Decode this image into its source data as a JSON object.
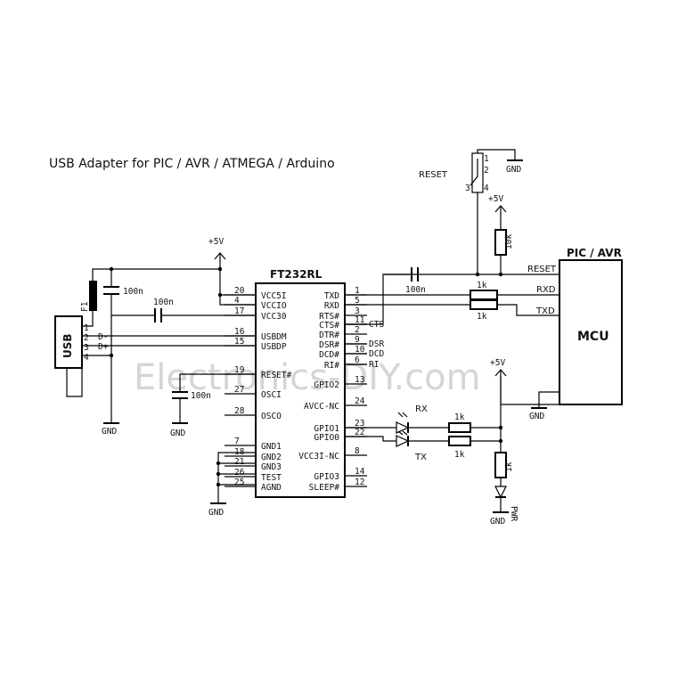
{
  "title": "USB Adapter for PIC / AVR / ATMEGA / Arduino",
  "watermark": "Electronics-DIY.com",
  "ic": {
    "name": "FT232RL",
    "left_pins": [
      {
        "num": "20",
        "name": "VCC5I"
      },
      {
        "num": "4",
        "name": "VCCIO"
      },
      {
        "num": "17",
        "name": "VCC30"
      },
      {
        "num": "16",
        "name": "USBDM"
      },
      {
        "num": "15",
        "name": "USBDP"
      },
      {
        "num": "19",
        "name": "RESET#"
      },
      {
        "num": "27",
        "name": "OSCI"
      },
      {
        "num": "28",
        "name": "OSCO"
      },
      {
        "num": "7",
        "name": "GND1"
      },
      {
        "num": "18",
        "name": "GND2"
      },
      {
        "num": "21",
        "name": "GND3"
      },
      {
        "num": "26",
        "name": "TEST"
      },
      {
        "num": "25",
        "name": "AGND"
      }
    ],
    "right_pins": [
      {
        "num": "1",
        "name": "TXD"
      },
      {
        "num": "5",
        "name": "RXD"
      },
      {
        "num": "3",
        "name": "RTS#"
      },
      {
        "num": "11",
        "name": "CTS#"
      },
      {
        "num": "2",
        "name": "DTR#"
      },
      {
        "num": "9",
        "name": "DSR#"
      },
      {
        "num": "10",
        "name": "DCD#"
      },
      {
        "num": "6",
        "name": "RI#"
      },
      {
        "num": "13",
        "name": "GPIO2"
      },
      {
        "num": "24",
        "name": "AVCC-NC"
      },
      {
        "num": "23",
        "name": "GPIO1"
      },
      {
        "num": "22",
        "name": "GPIO0"
      },
      {
        "num": "8",
        "name": "VCC3I-NC"
      },
      {
        "num": "14",
        "name": "GPIO3"
      },
      {
        "num": "12",
        "name": "SLEEP#"
      }
    ],
    "right_signals": {
      "cts": "CTS",
      "dsr": "DSR",
      "dcd": "DCD",
      "ri": "RI"
    }
  },
  "usb": {
    "label": "USB",
    "pins": [
      "1",
      "2",
      "3",
      "4"
    ],
    "d_minus": "D-",
    "d_plus": "D+"
  },
  "fuse": "F1",
  "caps": {
    "c1": "100n",
    "c2": "100n",
    "c3": "100n",
    "c4": "100n"
  },
  "resistors": {
    "r_pullup": "10k",
    "r_rxd": "1k",
    "r_txd": "1k",
    "r_rx": "1k",
    "r_tx": "1k",
    "r_pwr": "1k"
  },
  "leds": {
    "rx": "RX",
    "tx": "TX",
    "pwr": "PWR"
  },
  "supply": {
    "vcc1": "+5V",
    "vcc2": "+5V",
    "vcc3": "+5V"
  },
  "grounds": [
    "GND",
    "GND",
    "GND",
    "GND",
    "GND",
    "GND"
  ],
  "switch": {
    "label": "RESET",
    "pins": [
      "1",
      "2",
      "3",
      "4"
    ]
  },
  "mcu": {
    "header": "PIC / AVR",
    "label": "MCU",
    "reset": "RESET",
    "rxd": "RXD",
    "txd": "TXD"
  }
}
